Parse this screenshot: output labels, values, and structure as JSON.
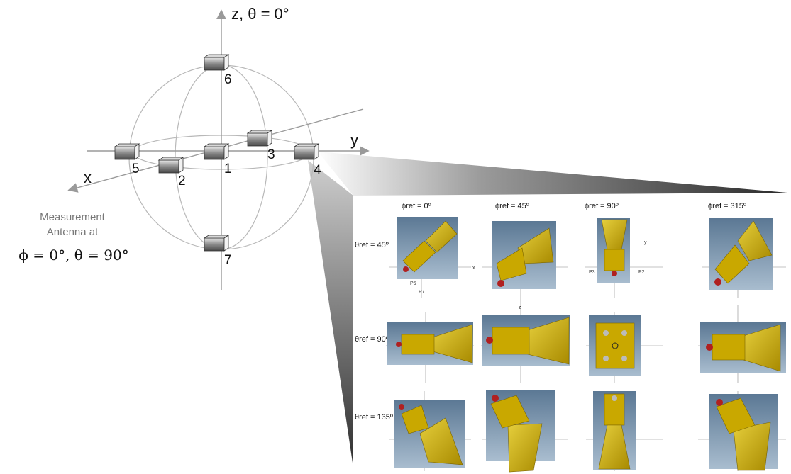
{
  "axes": {
    "z_label": "z, θ = 0°",
    "y_label": "y",
    "x_label": "x"
  },
  "positions": [
    {
      "number": "1"
    },
    {
      "number": "2"
    },
    {
      "number": "3"
    },
    {
      "number": "4"
    },
    {
      "number": "5"
    },
    {
      "number": "6"
    },
    {
      "number": "7"
    }
  ],
  "measurement": {
    "line1": "Measurement",
    "line2": "Antenna at",
    "line3": "ϕ = 0°, θ = 90°"
  },
  "table": {
    "columns": [
      "ϕref = 0º",
      "ϕref = 45º",
      "ϕref = 90º",
      "ϕref = 315º"
    ],
    "rows": [
      "θref = 45º",
      "θref = 90º",
      "θref = 135º"
    ],
    "port_labels": [
      "P5",
      "P7",
      "P3",
      "P2"
    ],
    "axis_letters": [
      "x",
      "y",
      "z"
    ]
  },
  "colors": {
    "horn": "#c9a800",
    "panel": "#6f8ca8",
    "sphere_line": "#b8b8b8"
  }
}
